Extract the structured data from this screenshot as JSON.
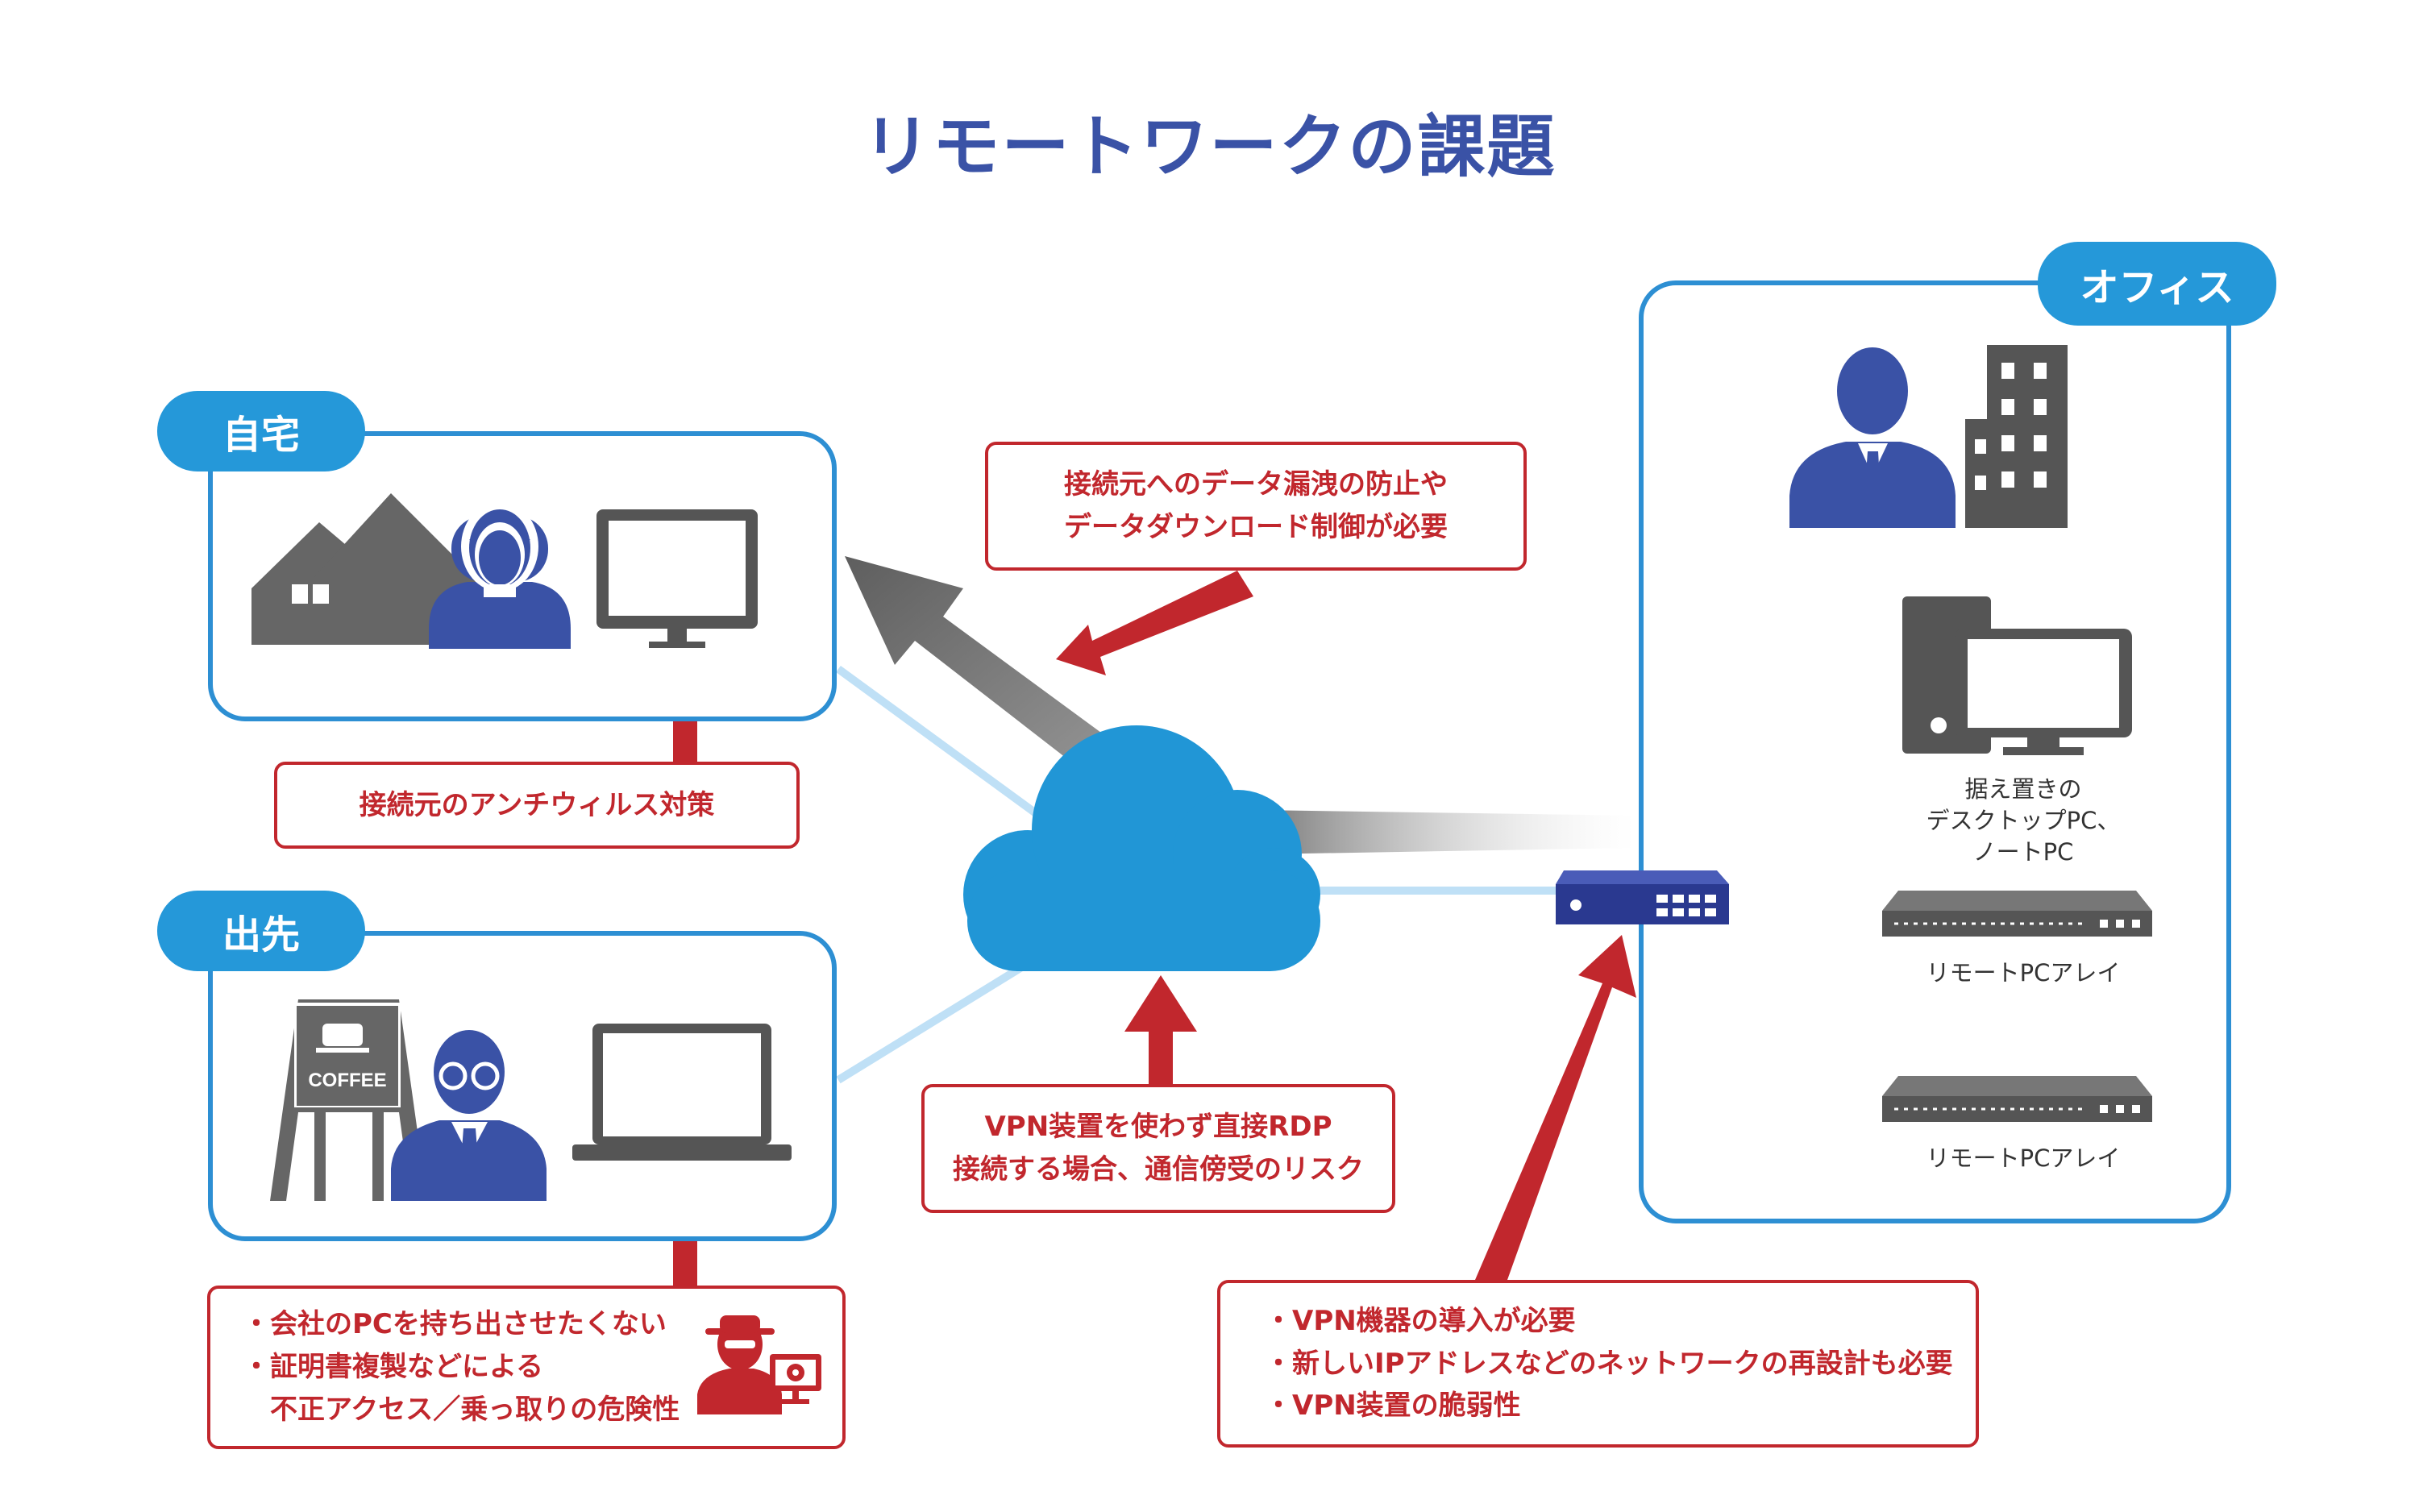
{
  "title": "リモートワークの課題",
  "regions": {
    "home": {
      "label": "自宅"
    },
    "outside": {
      "label": "出先"
    },
    "office": {
      "label": "オフィス"
    }
  },
  "callouts": {
    "antivirus": [
      "接続元のアンチウィルス対策"
    ],
    "data_leak": [
      "接続元へのデータ漏洩の防止や",
      "データダウンロード制御が必要"
    ],
    "direct_rdp": [
      "VPN装置を使わず直接RDP",
      "接続する場合、通信傍受のリスク"
    ],
    "pc_takeout": [
      "・会社のPCを持ち出させたくない",
      "・証明書複製などによる",
      "　不正アクセス／乗っ取りの危険性"
    ],
    "vpn": [
      "・VPN機器の導入が必要",
      "・新しいIPアドレスなどのネットワークの再設計も必要",
      "・VPN装置の脆弱性"
    ]
  },
  "coffee_sign": "COFFEE",
  "devices": {
    "desktop_label": [
      "据え置きの",
      "デスクトップPC、",
      "ノートPC"
    ],
    "array1_label": "リモートPCアレイ",
    "array2_label": "リモートPCアレイ"
  },
  "colors": {
    "accent_blue": "#2598d9",
    "title_blue": "#3a52a6",
    "warning_red": "#c1272d",
    "icon_gray": "#666666",
    "person_blue": "#3a52a6",
    "line_light_blue": "#bfe0f6"
  }
}
